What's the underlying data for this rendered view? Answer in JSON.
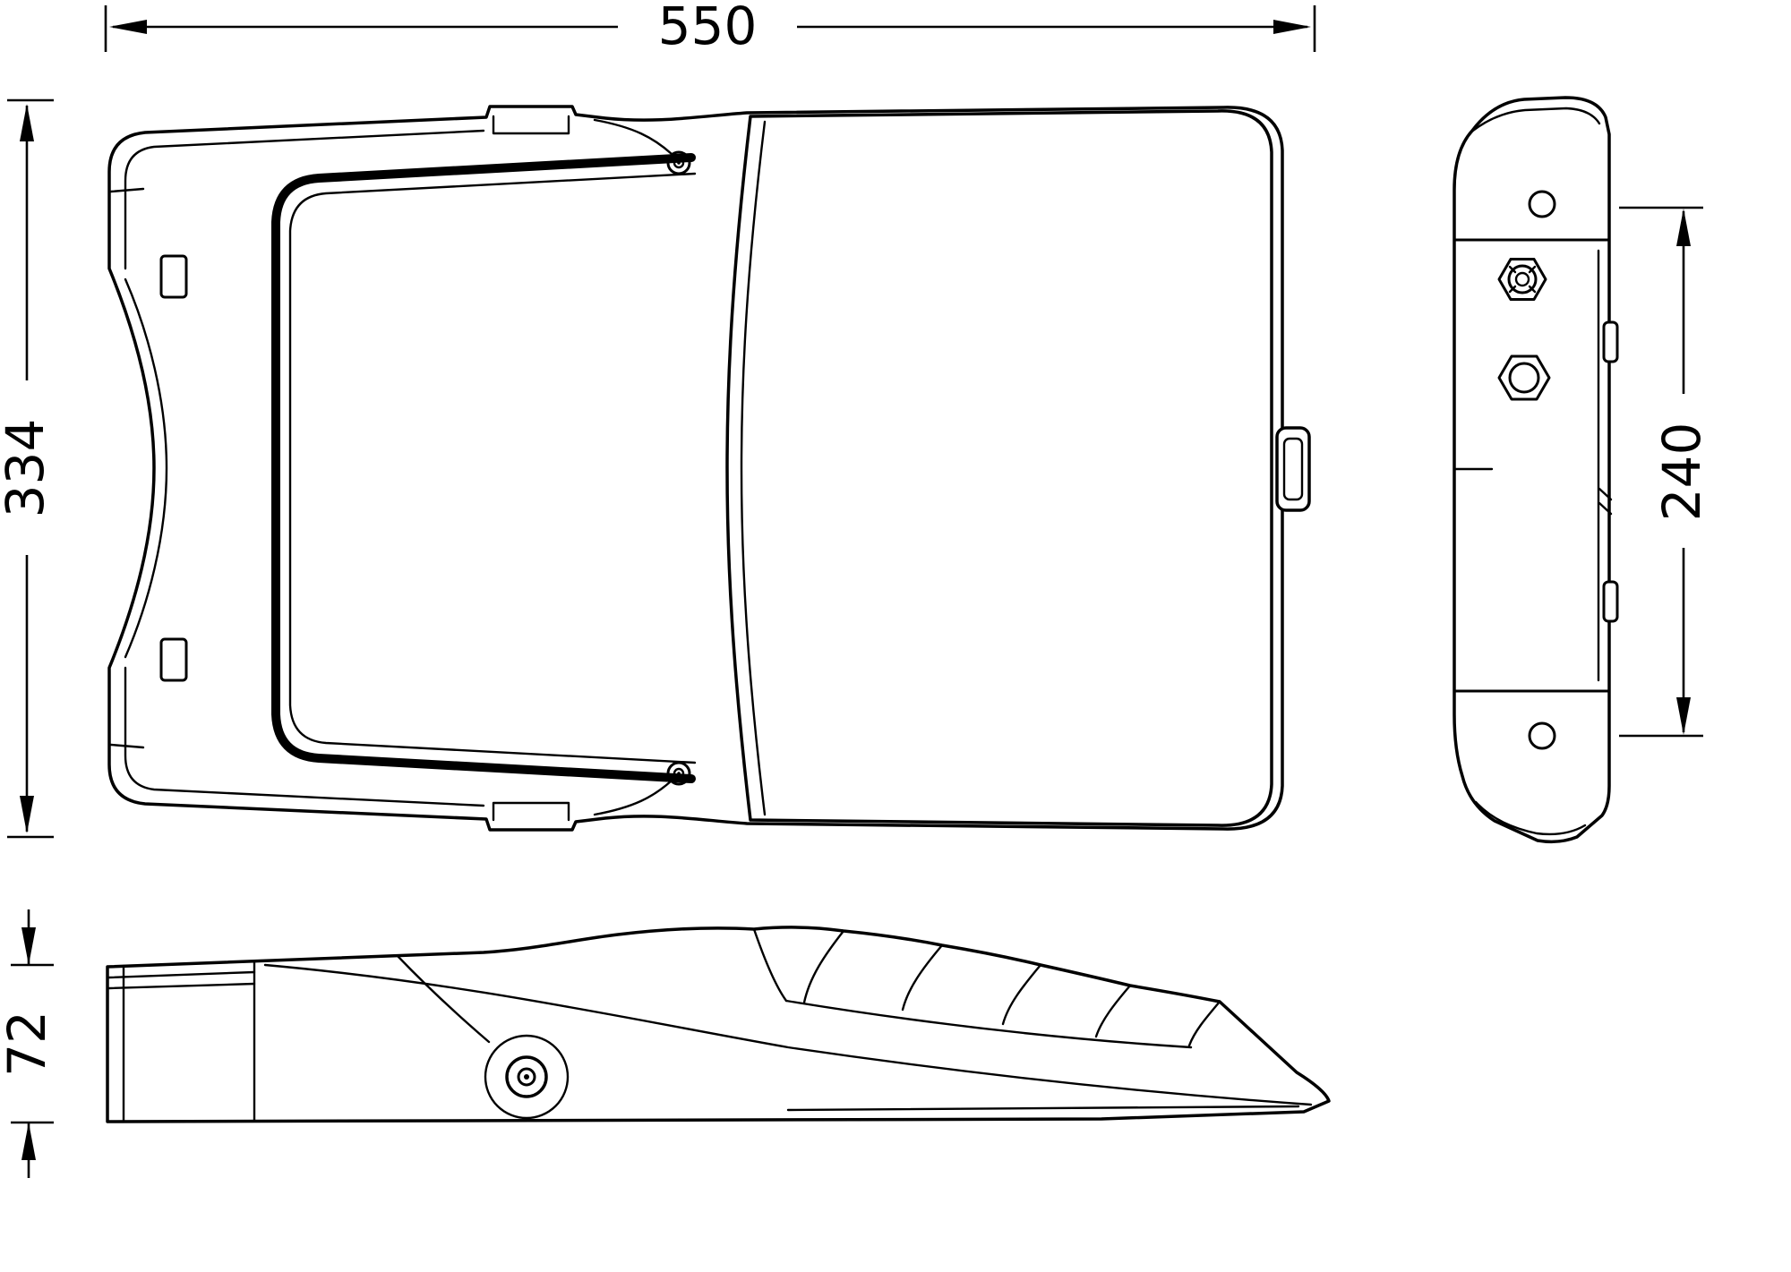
{
  "dimensions": {
    "top_width": "550",
    "left_height": "334",
    "right_height": "240",
    "side_height": "72"
  },
  "colors": {
    "line": "#000000",
    "background": "#ffffff"
  }
}
